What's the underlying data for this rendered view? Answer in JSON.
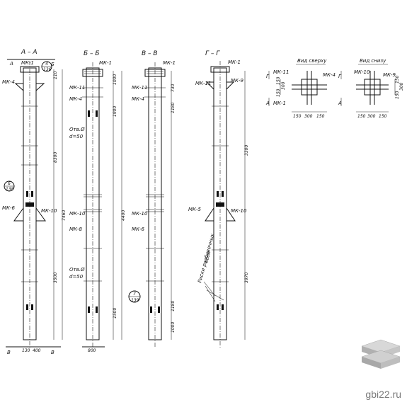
{
  "sections": {
    "aa": {
      "title": "A – A",
      "left_mark": "A",
      "right_mark": "Б"
    },
    "bb": {
      "title": "Б – Б"
    },
    "vv": {
      "title": "В – В"
    },
    "gg": {
      "title": "Г – Г"
    }
  },
  "views": {
    "top": {
      "title": "Вид сверху",
      "dims_h": [
        "150",
        "300",
        "150"
      ],
      "dims_v": [
        "150",
        "300",
        "150"
      ],
      "marks": [
        "Г",
        "Г",
        "A",
        "A"
      ]
    },
    "bottom": {
      "title": "Вид снизу",
      "dims_h": [
        "150",
        "300",
        "150"
      ],
      "dims_v": [
        "150",
        "300",
        "150"
      ]
    }
  },
  "labels": {
    "mk1": "МК-1",
    "mk4": "МК-4",
    "mk6": "МК-6",
    "mk10": "МК-10",
    "mk11": "МК-11",
    "mk5": "МК-5",
    "mk9": "МК-9",
    "mk8": "МК-8",
    "otv1": "Отв.Ø",
    "otv1d": "d=50",
    "otv2": "Отв.Ø",
    "otv2d": "d=50",
    "risk_a": "Риски разбивочных",
    "risk_b": "осей"
  },
  "callouts": {
    "c1": {
      "num": "4",
      "sheet": "136"
    },
    "c2": {
      "num": "6",
      "sheet": "138"
    },
    "c3": {
      "num": "7",
      "sheet": "139"
    }
  },
  "dims": {
    "aa_top": "110",
    "aa_total": "7460",
    "aa_upper": "8300",
    "aa_lower": "3500",
    "aa_bottom_a": "130",
    "aa_bottom_b": "400",
    "bb_top": "1000",
    "bb_mid": "1900",
    "bb_total": "4400",
    "bb_low": "1500",
    "bb_bottom": "800",
    "vv_top": "730",
    "vv_mid": "1180",
    "vv_low": "1180",
    "vv_bottom": "1000",
    "gg_upper": "3300",
    "gg_lower": "3970"
  },
  "bottom_marks": {
    "left": "В",
    "right": "В"
  },
  "watermark": "gbi22.ru"
}
